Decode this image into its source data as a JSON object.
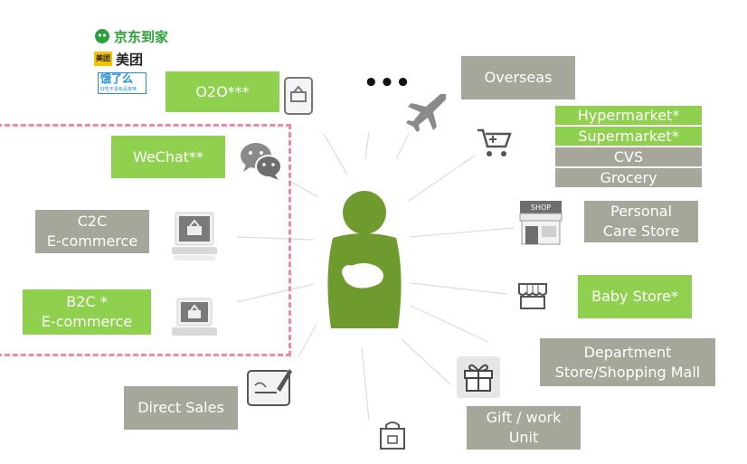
{
  "logos": {
    "jd": "京东到家",
    "meituan": "美团",
    "meituan_badge": "美团",
    "eleme": "饿了么",
    "eleme_tag": "好吃不贵有品有味"
  },
  "ellipsis": "•••",
  "channels": {
    "o2o": "O2O***",
    "wechat": "WeChat**",
    "c2c": "C2C\nE-commerce",
    "b2c": "B2C *\nE-commerce",
    "direct_sales": "Direct Sales",
    "overseas": "Overseas",
    "hypermarket": "Hypermarket*",
    "supermarket": "Supermarket*",
    "cvs": "CVS",
    "grocery": "Grocery",
    "personal_care": "Personal\nCare Store",
    "baby_store": "Baby Store*",
    "department_store": "Department\nStore/Shopping  Mall",
    "gift_work_unit": "Gift / work\nUnit"
  },
  "shop_sign": "SHOP",
  "colors": {
    "green": "#8fd14f",
    "gray": "#a6a69a",
    "mother_icon": "#6f9a2e",
    "dashed_border": "#f08aa3"
  }
}
